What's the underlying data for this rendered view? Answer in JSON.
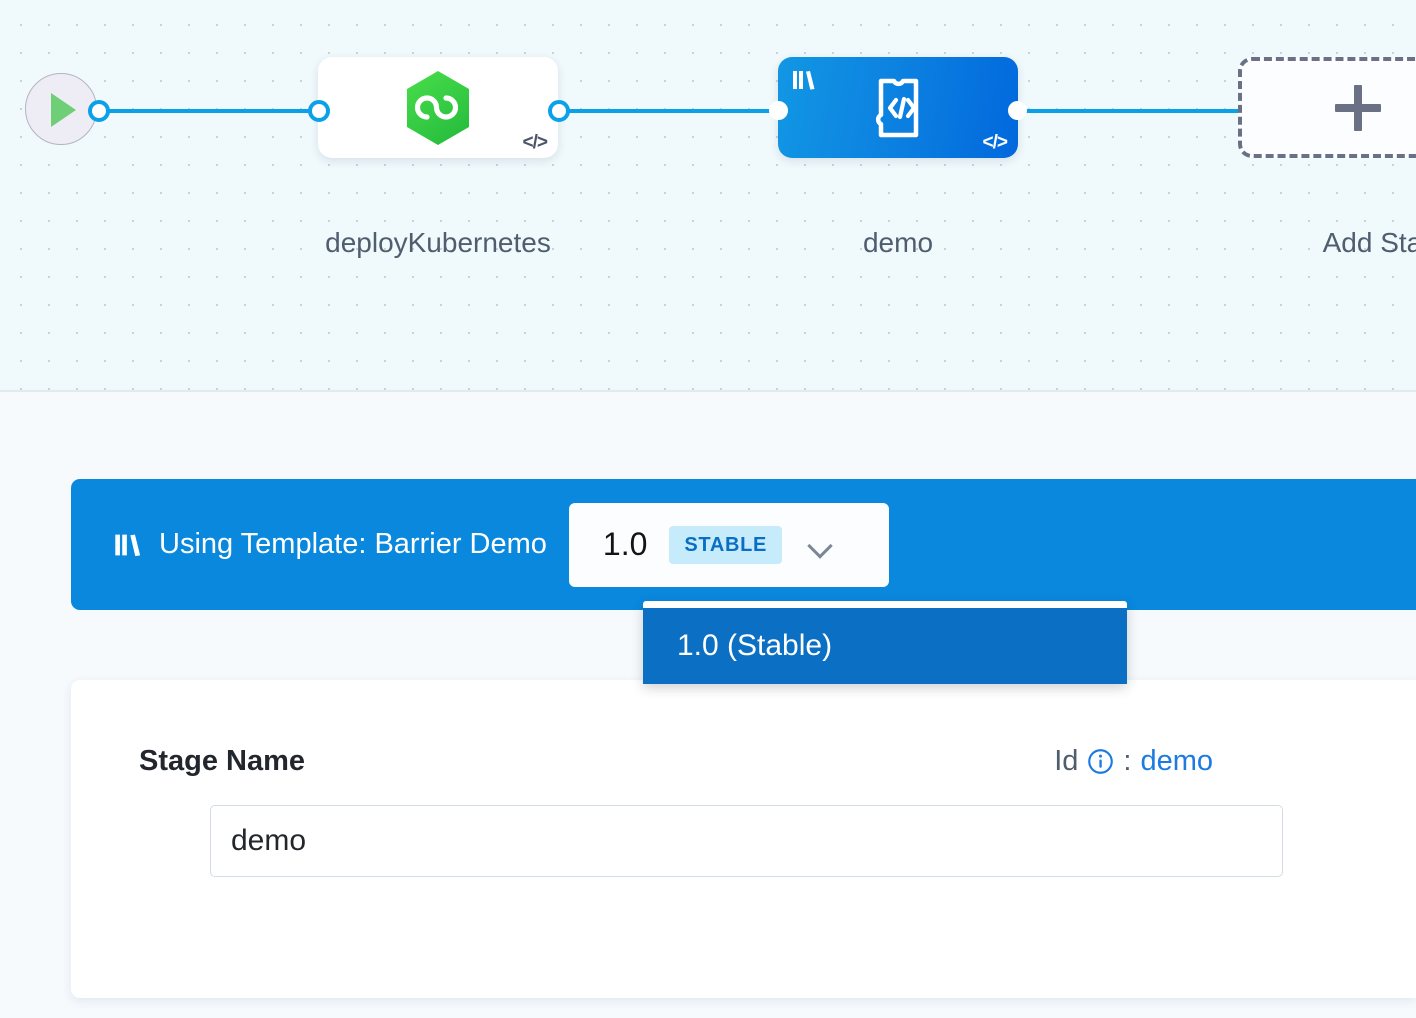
{
  "canvas": {
    "start_node": {
      "icon": "play-icon"
    },
    "nodes": [
      {
        "id": "deployKubernetes",
        "label": "deployKubernetes",
        "icon": "harness-hexagon-icon",
        "code_marker": "</>",
        "type": "white"
      },
      {
        "id": "demo",
        "label": "demo",
        "icon": "template-stage-code-icon",
        "code_marker": "</>",
        "badge_icon": "template-library-icon",
        "type": "selected-blue"
      }
    ],
    "add_stage": {
      "label": "Add Stage",
      "icon": "plus-icon"
    }
  },
  "template_bar": {
    "icon": "template-library-icon",
    "text": "Using Template: Barrier Demo",
    "version": {
      "value": "1.0",
      "badge": "STABLE",
      "chevron": "chevron-down-icon"
    },
    "dropdown": {
      "options": [
        {
          "label": "1.0 (Stable)",
          "selected": true
        }
      ]
    }
  },
  "stage_card": {
    "name_label": "Stage Name",
    "id_label": "Id",
    "id_info_icon": "info-icon",
    "id_separator": ":",
    "id_value": "demo",
    "name_input_value": "demo",
    "name_input_placeholder": "Stage Name"
  },
  "colors": {
    "brand_blue": "#0a88de",
    "dropdown_blue": "#0b6fc4",
    "connector_blue": "#0ba1e8",
    "badge_bg": "#c6ecfb",
    "badge_text": "#0a6fc4",
    "link_blue": "#1c7ae0",
    "canvas_bg": "#f0f9fc",
    "node_green": "#3ecf3e"
  }
}
